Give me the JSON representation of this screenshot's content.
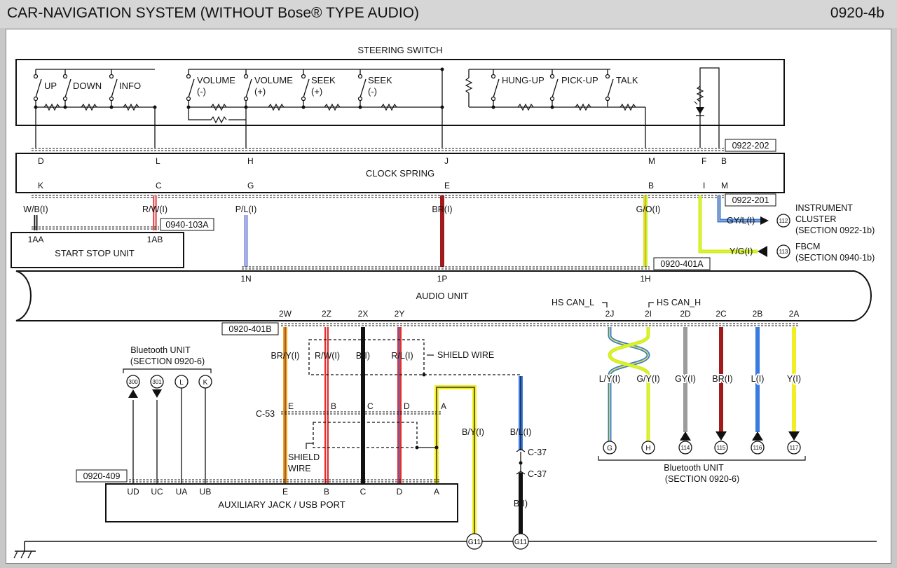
{
  "header": {
    "title": "CAR-NAVIGATION SYSTEM (WITHOUT Bose® TYPE AUDIO)",
    "page": "0920-4b"
  },
  "components": {
    "steering_switch": "STEERING SWITCH",
    "clock_spring": "CLOCK SPRING",
    "start_stop_unit": "START STOP UNIT",
    "audio_unit": "AUDIO UNIT",
    "aux_jack": "AUXILIARY JACK / USB PORT"
  },
  "switches": {
    "up": "UP",
    "down": "DOWN",
    "info": "INFO",
    "volume": "VOLUME",
    "seek": "SEEK",
    "minus": "(-)",
    "plus": "(+)",
    "hung_up": "HUNG-UP",
    "pick_up": "PICK-UP",
    "talk": "TALK"
  },
  "refs": {
    "r1": "0922-202",
    "r2": "0922-201",
    "r3": "0940-103A",
    "r4": "0920-401A",
    "r5": "0920-401B",
    "r6": "0920-409"
  },
  "pins": {
    "cs_top": [
      "D",
      "L",
      "H",
      "J",
      "M",
      "F",
      "B"
    ],
    "cs_bot": [
      "K",
      "C",
      "G",
      "E",
      "B",
      "I",
      "M"
    ],
    "ssu": [
      "1AA",
      "1AB"
    ],
    "au_top": [
      "1N",
      "1P",
      "1H"
    ],
    "au_bot": [
      "2W",
      "2Z",
      "2X",
      "2Y",
      "2J",
      "2I",
      "2D",
      "2C",
      "2B",
      "2A"
    ],
    "c53": [
      "E",
      "B",
      "C",
      "D",
      "A"
    ],
    "aux": [
      "UD",
      "UC",
      "UA",
      "UB",
      "E",
      "B",
      "C",
      "D",
      "A"
    ]
  },
  "wires": {
    "top": [
      "W/B(I)",
      "R/W(I)",
      "P/L(I)",
      "BR(I)",
      "G/O(I)"
    ],
    "side": [
      "GY/L(I)",
      "Y/G(I)"
    ],
    "mid": [
      "BR/Y(I)",
      "R/W(I)",
      "B(I)",
      "R/L(I)",
      "B/Y(I)",
      "B/L(I)",
      "B(I)"
    ],
    "bt": [
      "L/Y(I)",
      "G/Y(I)",
      "GY(I)",
      "BR(I)",
      "L(I)",
      "Y(I)"
    ]
  },
  "connectors": {
    "c53": "C-53",
    "c37": "C-37"
  },
  "labels": {
    "shield_wire": "SHIELD WIRE",
    "shield": "SHIELD",
    "wire": "WIRE",
    "hs_can_l": "HS CAN_L",
    "hs_can_h": "HS CAN_H"
  },
  "destinations": {
    "instrument_cluster": [
      "INSTRUMENT",
      "CLUSTER",
      "(SECTION 0922-1b)"
    ],
    "fbcm": [
      "FBCM",
      "(SECTION 0940-1b)"
    ],
    "bt_left": [
      "Bluetooth UNIT",
      "(SECTION 0920-6)"
    ],
    "bt_right": [
      "Bluetooth UNIT",
      "(SECTION 0920-6)"
    ]
  },
  "circles": {
    "n112": "112",
    "n113": "113",
    "n300": "300",
    "n301": "301",
    "l": "L",
    "k": "K",
    "g": "G",
    "h": "H",
    "n114": "114",
    "n115": "115",
    "n116": "116",
    "n117": "117",
    "g11": "G11"
  },
  "colors": {
    "brown_red": "#a01c1c",
    "pink_blue": "#5b8ee6",
    "green_yellow": "#c8ef2a",
    "blue": "#3a7be0",
    "yellow": "#f2ee24",
    "gray": "#9c9c9c",
    "orange": "#f0a024"
  }
}
